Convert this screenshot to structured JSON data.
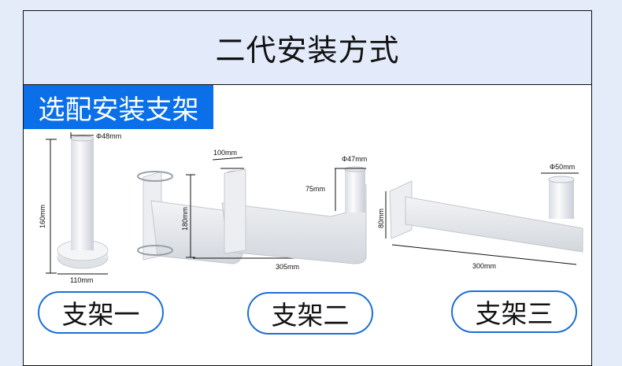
{
  "title": "二代安装方式",
  "section_tag": "选配安装支架",
  "brackets": [
    {
      "label": "支架一",
      "dims": {
        "diameter": "Φ48mm",
        "height": "160mm",
        "base": "110mm"
      }
    },
    {
      "label": "支架二",
      "dims": {
        "clamp": "100mm",
        "diameter": "Φ47mm",
        "tube": "75mm",
        "height": "180mm",
        "length": "305mm"
      }
    },
    {
      "label": "支架三",
      "dims": {
        "diameter": "Φ50mm",
        "height": "80mm",
        "length": "300mm"
      }
    }
  ],
  "colors": {
    "accent": "#0a6fe8",
    "pill_border": "#1a6fd6",
    "band": "#e3ebfa"
  }
}
